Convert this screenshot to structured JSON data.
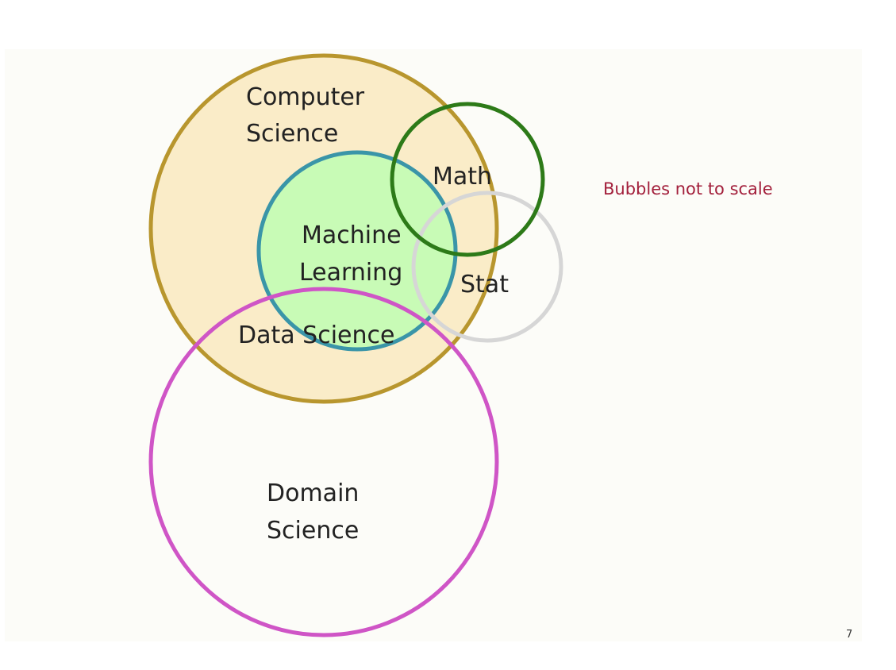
{
  "note": "Bubbles not to scale",
  "page_number": "7",
  "sets": {
    "computer_science": {
      "line1": "Computer",
      "line2": "Science",
      "fill": "#faecc8",
      "stroke": "#b8962e"
    },
    "machine_learning": {
      "line1": "Machine",
      "line2": "Learning",
      "fill": "#c8fbb6",
      "stroke": "#3a95a8"
    },
    "math": {
      "label": "Math",
      "stroke": "#2d7a18"
    },
    "stat": {
      "label": "Stat",
      "stroke": "#d6d6d6"
    },
    "domain_science": {
      "line1": "Domain",
      "line2": "Science",
      "stroke": "#cf55c6"
    },
    "data_science": {
      "label": "Data Science"
    }
  }
}
